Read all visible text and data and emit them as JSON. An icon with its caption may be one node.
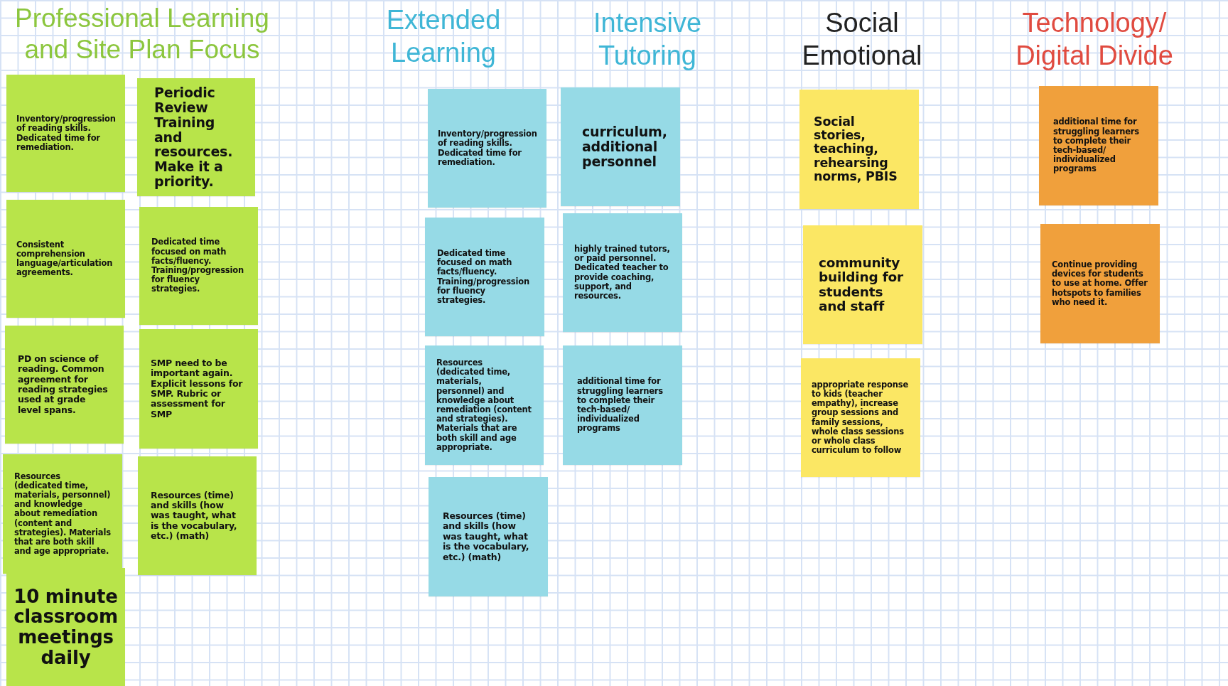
{
  "diagram": {
    "nodes": [
      {
        "text": [
          "Inventory/progression of reading skills. Dedicated time for remediation."
        ]
      },
      {
        "text": [
          "Periodic Review Training and resources. Make it a priority."
        ]
      },
      {
        "text": [
          "Consistent comprehension language/articulation agreements."
        ]
      },
      {
        "text": [
          "Dedicated time focused on math facts/fluency. Training/progression for fluency strategies."
        ]
      },
      {
        "text": [
          "PD on science of reading. Common agreement for reading strategies used at grade level spans."
        ]
      },
      {
        "text": [
          "SMP need to be important again. Explicit lessons for SMP.  Rubric or assessment for SMP"
        ]
      },
      {
        "text": [
          "Resources (dedicated time, materials, personnel) and knowledge about remediation (content and strategies). Materials that are both skill and age appropriate."
        ]
      },
      {
        "text": [
          "Resources (time) and skills (how was taught, what is the vocabulary, etc.) (math)"
        ]
      },
      {
        "text": [
          "10 minute classroom meetings daily"
        ]
      },
      {
        "text": [
          "Inventory/progression of reading skills. Dedicated time for remediation."
        ]
      },
      {
        "text": [
          "curriculum, additional personnel"
        ]
      },
      {
        "text": [
          "Dedicated time focused on math facts/fluency. Training/progression for fluency strategies."
        ]
      },
      {
        "text": [
          "highly trained tutors, or paid personnel. Dedicated teacher to provide coaching, support, and resources."
        ]
      },
      {
        "text": [
          "Resources (dedicated time, materials, personnel) and knowledge about remediation (content and strategies). Materials that are both skill and age appropriate."
        ]
      },
      {
        "text": [
          "additional time for struggling learners to complete their tech-based/ individualized programs"
        ]
      },
      {
        "text": [
          "Resources (time) and skills (how was taught, what is the vocabulary, etc.) (math)"
        ]
      },
      {
        "text": [
          "Social stories, teaching, rehearsing norms, PBIS"
        ]
      },
      {
        "text": [
          "community building for students and staff"
        ]
      },
      {
        "text": [
          "appropriate response to kids (teacher empathy), increase group sessions and family sessions, whole class sessions or whole class curriculum to follow"
        ]
      },
      {
        "text": [
          "additional time for struggling learners to complete their tech-based/ individualized programs"
        ]
      },
      {
        "text": [
          "Continue providing devices for students to use at home. Offer hotspots to families who need it."
        ]
      }
    ],
    "labels": [
      "Professional Learning and Site Plan Focus",
      "Extended Learning",
      "Intensive Tutoring",
      "Social Emotional",
      "Technology/ Digital Divide"
    ]
  }
}
